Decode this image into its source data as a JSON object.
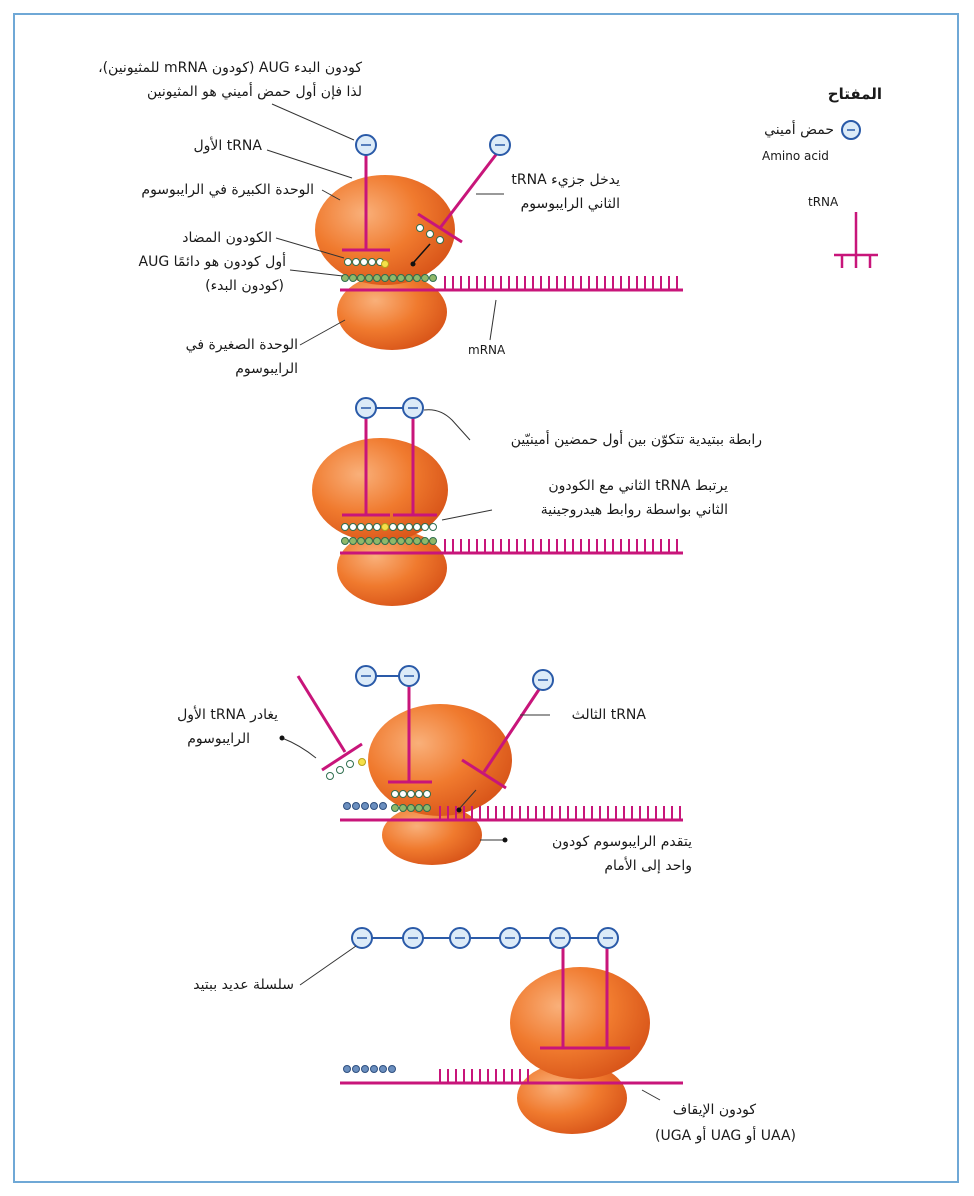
{
  "key": {
    "title": "المفتاح",
    "amino_ar": "حمض أميني",
    "amino_en": "Amino acid",
    "trna": "tRNA"
  },
  "step1": {
    "start_codon_line1": "كودون البدء AUG (كودون mRNA للمثيونين)،",
    "start_codon_line2": "لذا فإن أول حمض أميني هو المثيونين",
    "first_trna": "tRNA الأول",
    "large_subunit": "الوحدة الكبيرة في الرايبوسوم",
    "anticodon": "الكودون المضاد",
    "first_codon_line1": "أول كودون هو دائمًا AUG",
    "first_codon_line2": "(كودون البدء)",
    "small_subunit_line1": "الوحدة الصغيرة في",
    "small_subunit_line2": "الرايبوسوم",
    "second_trna_line1": "يدخل جزيء tRNA",
    "second_trna_line2": "الثاني الرايبوسوم",
    "mrna": "mRNA"
  },
  "step2": {
    "peptide_bond": "رابطة ببتيدية تتكوّن بين أول حمضين أمينيّين",
    "h_bonds_line1": "يرتبط tRNA الثاني مع الكودون",
    "h_bonds_line2": "الثاني بواسطة روابط هيدروجينية"
  },
  "step3": {
    "leaves_line1": "يغادر tRNA الأول",
    "leaves_line2": "الرايبوسوم",
    "third_trna": "tRNA الثالث",
    "advances_line1": "يتقدم الرايبوسوم كودون",
    "advances_line2": "واحد إلى الأمام"
  },
  "step4": {
    "polypeptide": "سلسلة عديد ببتيد",
    "stop_line1": "كودون الإيقاف",
    "stop_line2": "(UAA أو UAG أو UGA)"
  },
  "colors": {
    "ribosome": "#f07a2e",
    "trna": "#c8157a",
    "mrna": "#c8157a",
    "amino_ring": "#2a5aa8",
    "amino_fill": "#dcebf8",
    "frame": "#6fa8d6"
  }
}
